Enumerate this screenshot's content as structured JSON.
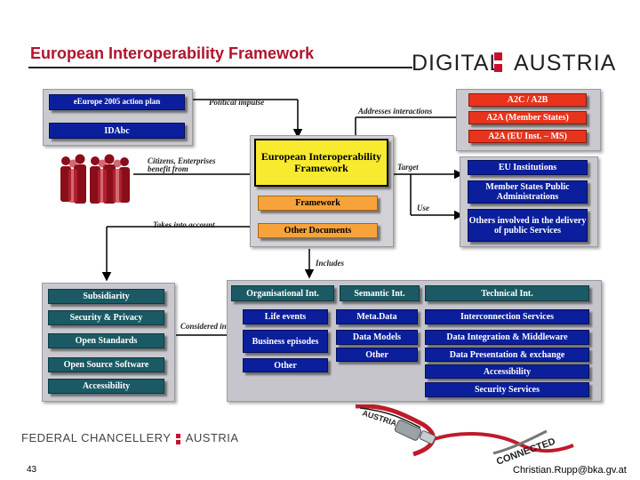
{
  "header": {
    "title": "European Interoperability Framework",
    "brand_left": "DIGITAL",
    "brand_right": "AUSTRIA"
  },
  "left_top": {
    "plan": "eEurope 2005 action plan",
    "idabc": "IDAbc"
  },
  "center": {
    "eif": "European Interoperability Framework",
    "framework": "Framework",
    "other_docs": "Other Documents"
  },
  "a2c": {
    "items": [
      "A2C / A2B",
      "A2A (Member States)",
      "A2A (EU Inst. – MS)"
    ]
  },
  "targets": {
    "items": [
      "EU Institutions",
      "Member States Public Administrations",
      "Others involved in the delivery of public Services"
    ]
  },
  "labels": {
    "political": "Political impulse",
    "addresses": "Addresses interactions",
    "citizens": "Citizens, Enterprises benefit from",
    "target": "Target",
    "use": "Use",
    "takes": "Takes into account",
    "includes": "Includes",
    "considered": "Considered in"
  },
  "principles": {
    "items": [
      "Subsidiarity",
      "Security & Privacy",
      "Open Standards",
      "Open Source Software",
      "Accessibility"
    ]
  },
  "interop": {
    "org_header": "Organisational Int.",
    "sem_header": "Semantic Int.",
    "tech_header": "Technical Int.",
    "org_items": [
      "Life events",
      "Business episodes",
      "Other"
    ],
    "sem_items": [
      "Meta.Data",
      "Data Models",
      "Other"
    ],
    "tech_items": [
      "Interconnection Services",
      "Data Integration & Middleware",
      "Data Presentation & exchange",
      "Accessibility",
      "Security Services"
    ]
  },
  "footer": {
    "chancellery_left": "FEDERAL CHANCELLERY",
    "chancellery_right": "AUSTRIA",
    "page": "43",
    "email": "Christian.Rupp@bka.gv.at",
    "connected_text": "CONNECTED",
    "austria_text": "AUSTRIA"
  },
  "colors": {
    "title": "#b0142c",
    "navy": "#0b1f9c",
    "teal": "#1b5a64",
    "red": "#e8341c",
    "orange": "#f7a23a",
    "yellow": "#f8ea2e"
  }
}
